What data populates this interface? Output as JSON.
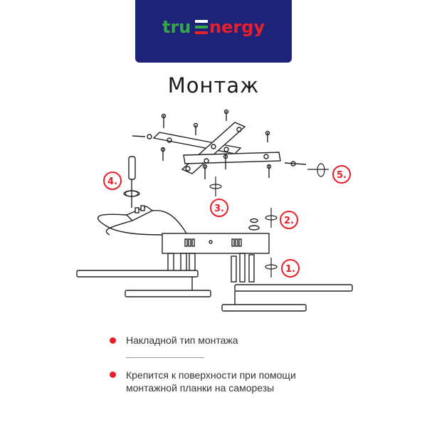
{
  "brand": {
    "logo_parts": [
      "tru",
      "nergy"
    ],
    "colors": {
      "banner": "#1e2278",
      "green": "#37a84a",
      "red": "#e8202a"
    }
  },
  "title": "Монтаж",
  "steps": [
    {
      "label": "1."
    },
    {
      "label": "2."
    },
    {
      "label": "3."
    },
    {
      "label": "4."
    },
    {
      "label": "5."
    }
  ],
  "bullets": [
    {
      "lines": [
        "Накладной тип монтажа"
      ]
    },
    {
      "lines": [
        "Крепится к поверхности при помощи",
        "монтажной планки на саморезы"
      ]
    }
  ]
}
